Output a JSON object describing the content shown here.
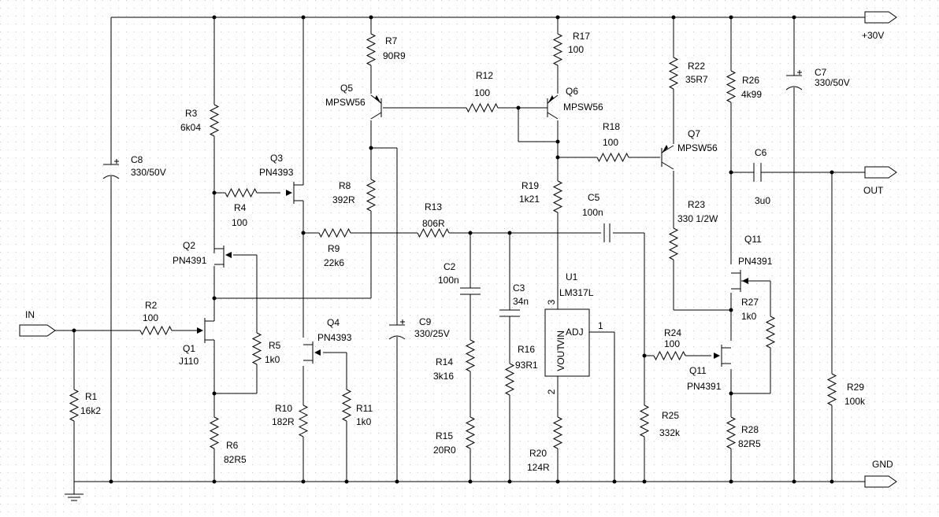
{
  "ports": {
    "in": "IN",
    "out": "OUT",
    "vplus": "+30V",
    "gnd": "GND"
  },
  "components": {
    "R1": {
      "ref": "R1",
      "value": "16k2"
    },
    "R2": {
      "ref": "R2",
      "value": "100"
    },
    "R3": {
      "ref": "R3",
      "value": "6k04"
    },
    "R4": {
      "ref": "R4",
      "value": "100"
    },
    "R5": {
      "ref": "R5",
      "value": "1k0"
    },
    "R6": {
      "ref": "R6",
      "value": "82R5"
    },
    "R7": {
      "ref": "R7",
      "value": "90R9"
    },
    "R8": {
      "ref": "R8",
      "value": "392R"
    },
    "R9": {
      "ref": "R9",
      "value": "22k6"
    },
    "R10": {
      "ref": "R10",
      "value": "182R"
    },
    "R11": {
      "ref": "R11",
      "value": "1k0"
    },
    "R12": {
      "ref": "R12",
      "value": "100"
    },
    "R13": {
      "ref": "R13",
      "value": "806R"
    },
    "R14": {
      "ref": "R14",
      "value": "3k16"
    },
    "R15": {
      "ref": "R15",
      "value": "20R0"
    },
    "R16": {
      "ref": "R16",
      "value": "93R1"
    },
    "R17": {
      "ref": "R17",
      "value": "100"
    },
    "R18": {
      "ref": "R18",
      "value": "100"
    },
    "R19": {
      "ref": "R19",
      "value": "1k21"
    },
    "R20": {
      "ref": "R20",
      "value": "124R"
    },
    "R22": {
      "ref": "R22",
      "value": "35R7"
    },
    "R23": {
      "ref": "R23",
      "value": "330 1/2W"
    },
    "R24": {
      "ref": "R24",
      "value": "100"
    },
    "R25": {
      "ref": "R25",
      "value": "332k"
    },
    "R26": {
      "ref": "R26",
      "value": "4k99"
    },
    "R27": {
      "ref": "R27",
      "value": "1k0"
    },
    "R28": {
      "ref": "R28",
      "value": "82R5"
    },
    "R29": {
      "ref": "R29",
      "value": "100k"
    },
    "C2": {
      "ref": "C2",
      "value": "100n"
    },
    "C3": {
      "ref": "C3",
      "value": "34n"
    },
    "C5": {
      "ref": "C5",
      "value": "100n"
    },
    "C6": {
      "ref": "C6",
      "value": "3u0"
    },
    "C7": {
      "ref": "C7",
      "value": "330/50V"
    },
    "C8": {
      "ref": "C8",
      "value": "330/50V"
    },
    "C9": {
      "ref": "C9",
      "value": "330/25V"
    },
    "Q1": {
      "ref": "Q1",
      "value": "J110"
    },
    "Q2": {
      "ref": "Q2",
      "value": "PN4391"
    },
    "Q3": {
      "ref": "Q3",
      "value": "PN4393"
    },
    "Q4": {
      "ref": "Q4",
      "value": "PN4393"
    },
    "Q5": {
      "ref": "Q5",
      "value": "MPSW56"
    },
    "Q6": {
      "ref": "Q6",
      "value": "MPSW56"
    },
    "Q7": {
      "ref": "Q7",
      "value": "MPSW56"
    },
    "Q11a": {
      "ref": "Q11",
      "value": "PN4391"
    },
    "Q11b": {
      "ref": "Q11",
      "value": "PN4391"
    },
    "U1": {
      "ref": "U1",
      "value": "LM317L",
      "pin_vout": "VOUT",
      "pin_vin": "VIN",
      "pin_adj": "ADJ",
      "pin1": "1",
      "pin2": "2",
      "pin3": "3"
    }
  }
}
